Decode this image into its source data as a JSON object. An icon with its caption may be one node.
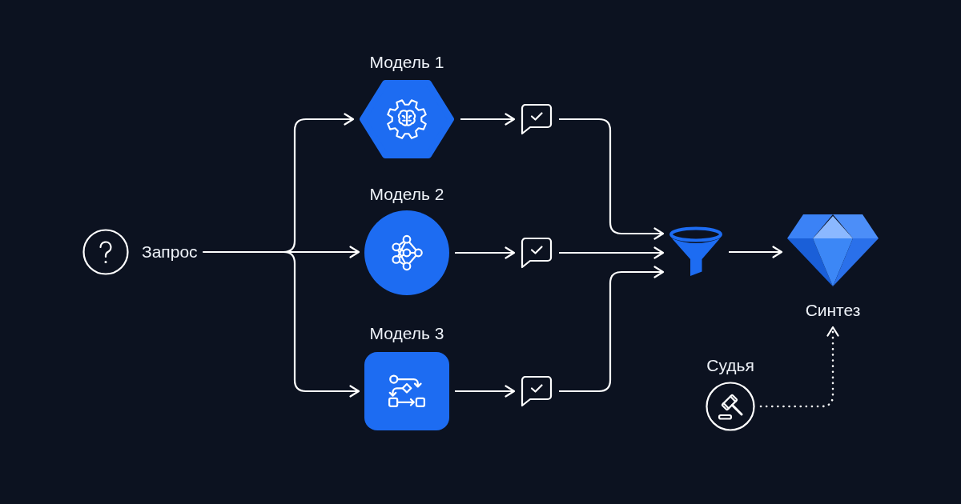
{
  "diagram": {
    "nodes": [
      {
        "text": [
          "Запрос"
        ]
      },
      {
        "text": [
          "Модель 1"
        ]
      },
      {
        "text": [
          "Модель 2"
        ]
      },
      {
        "text": [
          "Модель 3"
        ]
      },
      {
        "text": [],
        "shape": "bubble"
      },
      {
        "text": [],
        "shape": "bubble"
      },
      {
        "text": [],
        "shape": "bubble"
      },
      {
        "text": [],
        "shape": "funnel"
      },
      {
        "text": [
          "Синтез"
        ]
      },
      {
        "text": [
          "Судья"
        ]
      }
    ],
    "edges": [
      {
        "from": 0,
        "to": 1,
        "arrow": "to"
      },
      {
        "from": 0,
        "to": 2,
        "arrow": "to"
      },
      {
        "from": 0,
        "to": 3,
        "arrow": "to"
      },
      {
        "from": 1,
        "to": 4,
        "arrow": "to"
      },
      {
        "from": 2,
        "to": 5,
        "arrow": "to"
      },
      {
        "from": 3,
        "to": 6,
        "arrow": "to"
      },
      {
        "from": 4,
        "to": 7,
        "arrow": "to"
      },
      {
        "from": 5,
        "to": 7,
        "arrow": "to"
      },
      {
        "from": 6,
        "to": 7,
        "arrow": "to"
      },
      {
        "from": 7,
        "to": 8,
        "arrow": "to"
      },
      {
        "from": 9,
        "to": 8,
        "arrow": "to",
        "style": "dashed"
      }
    ]
  }
}
